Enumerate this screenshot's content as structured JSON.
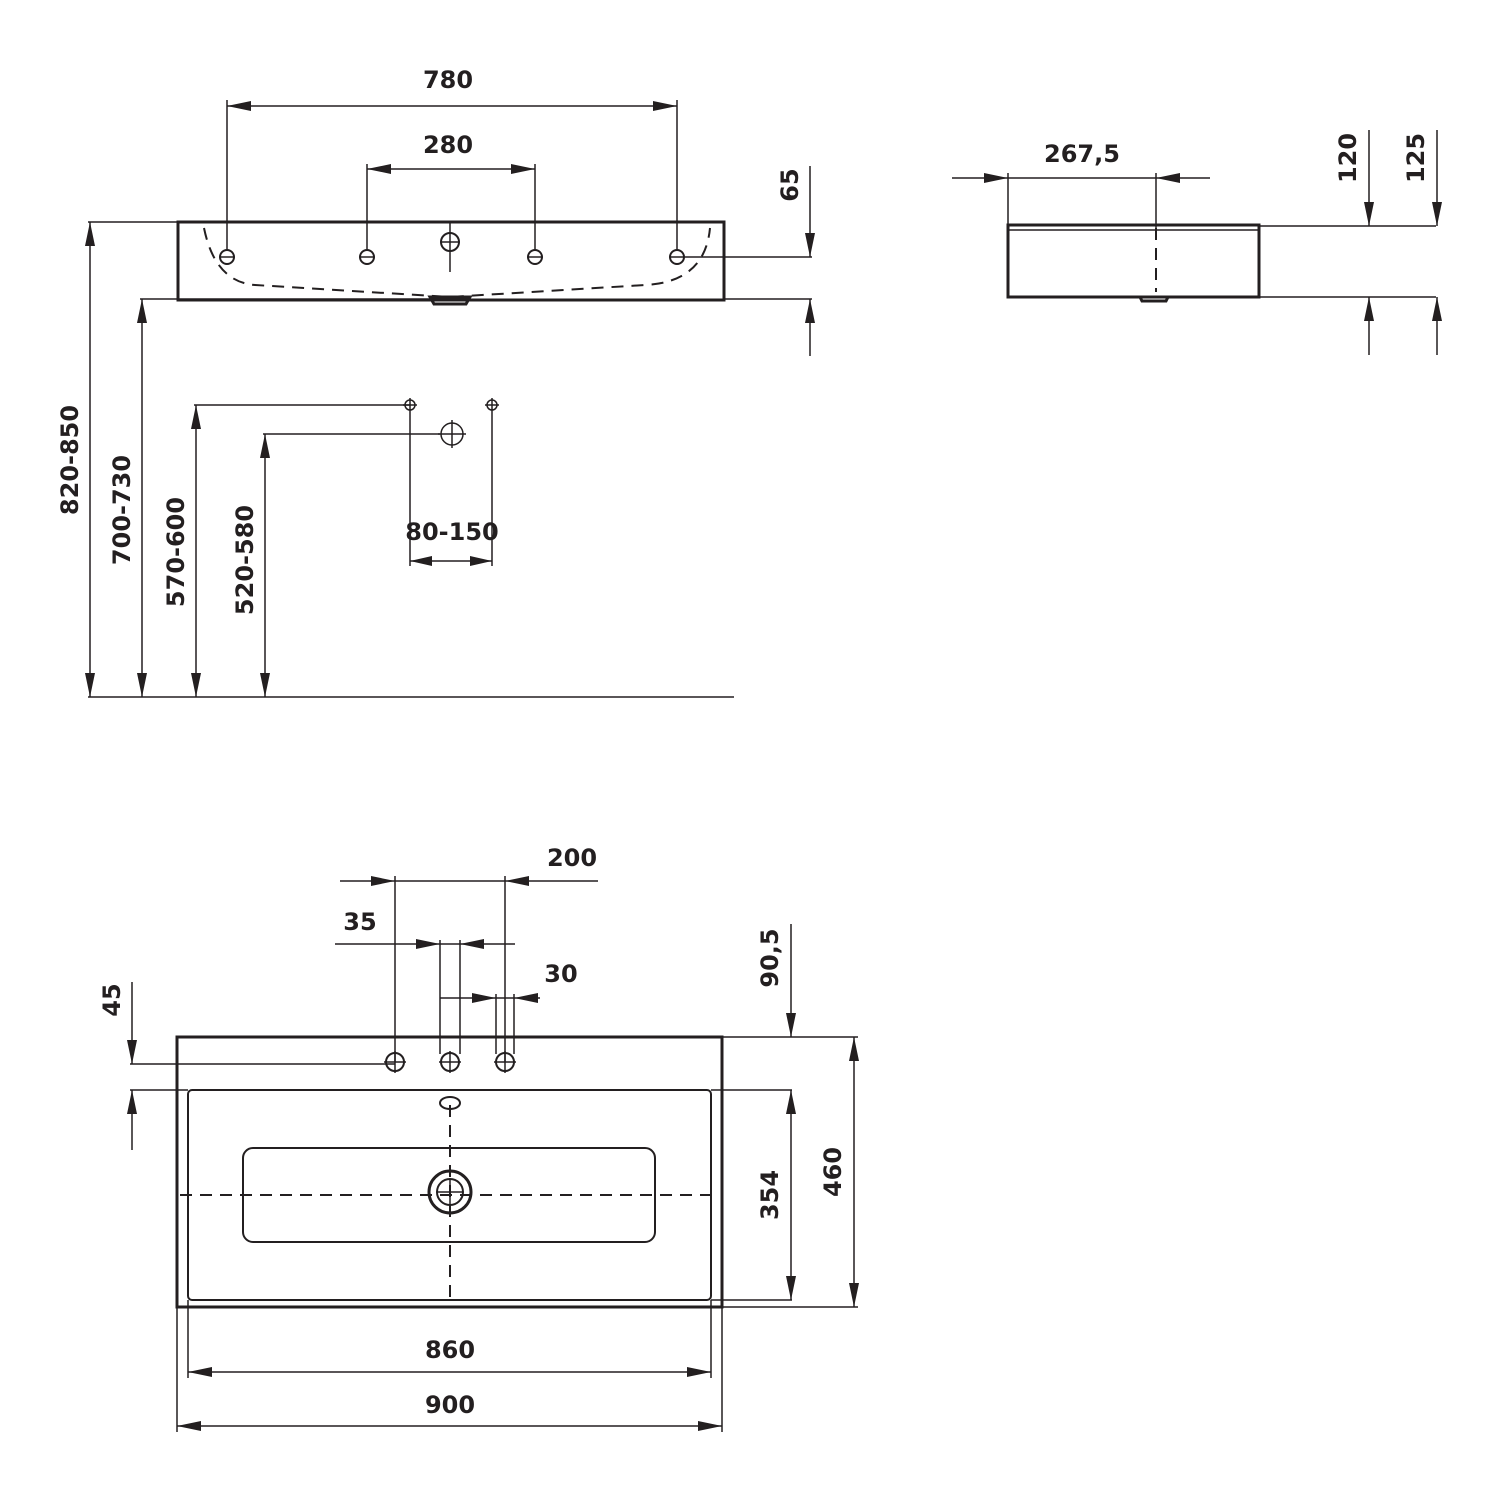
{
  "front_view": {
    "dims": {
      "outer_holes": "780",
      "inner_holes": "280",
      "basin_thickness": "65",
      "total_height": "820-850",
      "bottom_height": "700-730",
      "tap_height": "570-600",
      "drain_height": "520-580",
      "tap_spacing": "80-150"
    }
  },
  "side_view": {
    "dims": {
      "depth": "267,5",
      "height_inner": "120",
      "height_outer": "125"
    }
  },
  "top_view": {
    "dims": {
      "hole_spread": "200",
      "hole_diameter": "35",
      "hole_offset": "30",
      "edge_offset": "45",
      "back_offset": "90,5",
      "inner_depth": "354",
      "total_depth": "460",
      "inner_width": "860",
      "total_width": "900"
    }
  },
  "colors": {
    "line": "#231f20",
    "background": "#ffffff"
  }
}
